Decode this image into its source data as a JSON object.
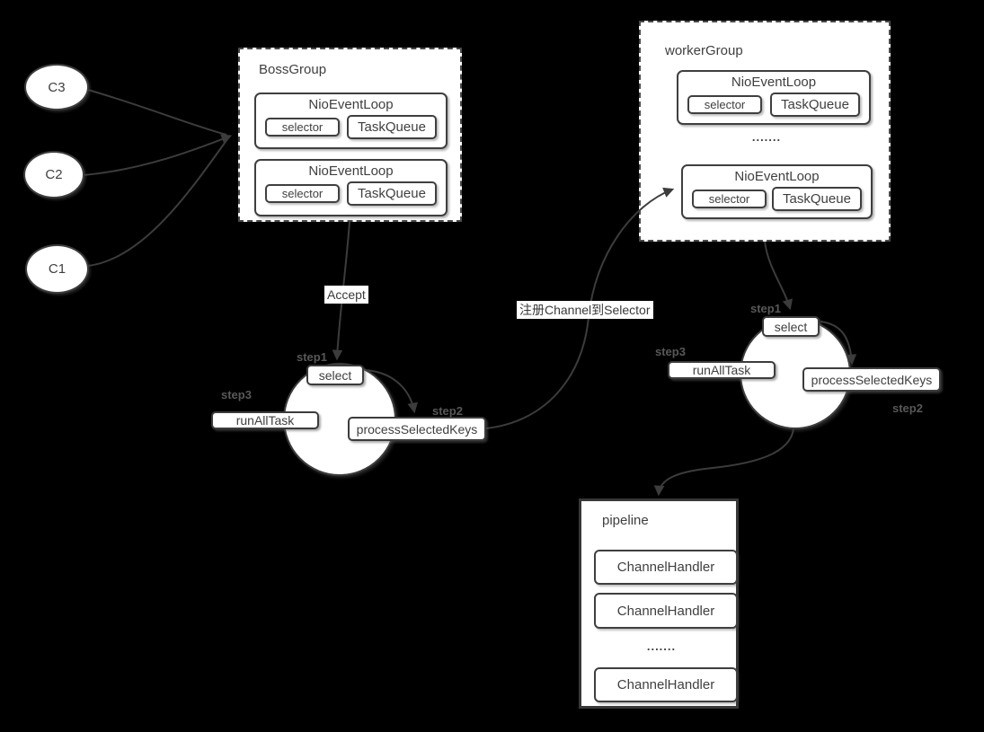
{
  "clients": [
    {
      "label": "C3"
    },
    {
      "label": "C2"
    },
    {
      "label": "C1"
    }
  ],
  "boss_group": {
    "title": "BossGroup",
    "event_loops": [
      {
        "title": "NioEventLoop",
        "selector_label": "selector",
        "task_queue_label": "TaskQueue"
      },
      {
        "title": "NioEventLoop",
        "selector_label": "selector",
        "task_queue_label": "TaskQueue"
      }
    ]
  },
  "worker_group": {
    "title": "workerGroup",
    "ellipsis": ".......",
    "event_loops": [
      {
        "title": "NioEventLoop",
        "selector_label": "selector",
        "task_queue_label": "TaskQueue"
      },
      {
        "title": "NioEventLoop",
        "selector_label": "selector",
        "task_queue_label": "TaskQueue"
      }
    ]
  },
  "boss_cycle": {
    "step1": "step1",
    "step2": "step2",
    "step3": "step3",
    "select_label": "select",
    "process_label": "processSelectedKeys",
    "run_label": "runAllTask"
  },
  "worker_cycle": {
    "step1": "step1",
    "step2": "step2",
    "step3": "step3",
    "select_label": "select",
    "process_label": "processSelectedKeys",
    "run_label": "runAllTask"
  },
  "edge_labels": {
    "accept": "Accept",
    "register": "注册Channel到Selector"
  },
  "pipeline": {
    "title": "pipeline",
    "ellipsis": ".......",
    "handlers": [
      "ChannelHandler",
      "ChannelHandler",
      "ChannelHandler"
    ]
  },
  "colors": {
    "background": "#000000",
    "shape_fill": "#ffffff",
    "stroke": "#3c3c3c",
    "text": "#3f3f3f",
    "step_text": "#585858"
  }
}
